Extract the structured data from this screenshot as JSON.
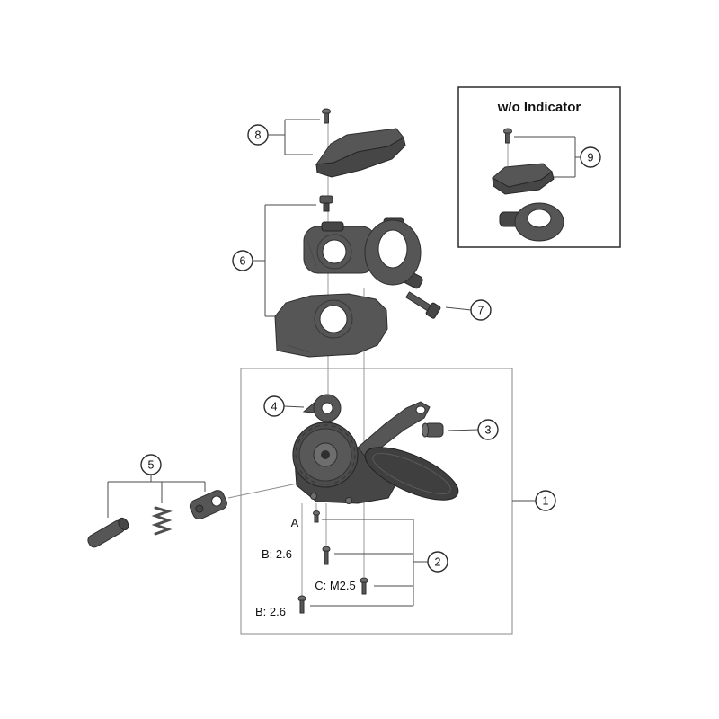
{
  "inset": {
    "title": "w/o Indicator"
  },
  "callouts": {
    "c1": "1",
    "c2": "2",
    "c3": "3",
    "c4": "4",
    "c5": "5",
    "c6": "6",
    "c7": "7",
    "c8": "8",
    "c9": "9"
  },
  "labels": {
    "a": "A",
    "b_top": "B: 2.6",
    "c": "C: M2.5",
    "b_bottom": "B: 2.6"
  }
}
